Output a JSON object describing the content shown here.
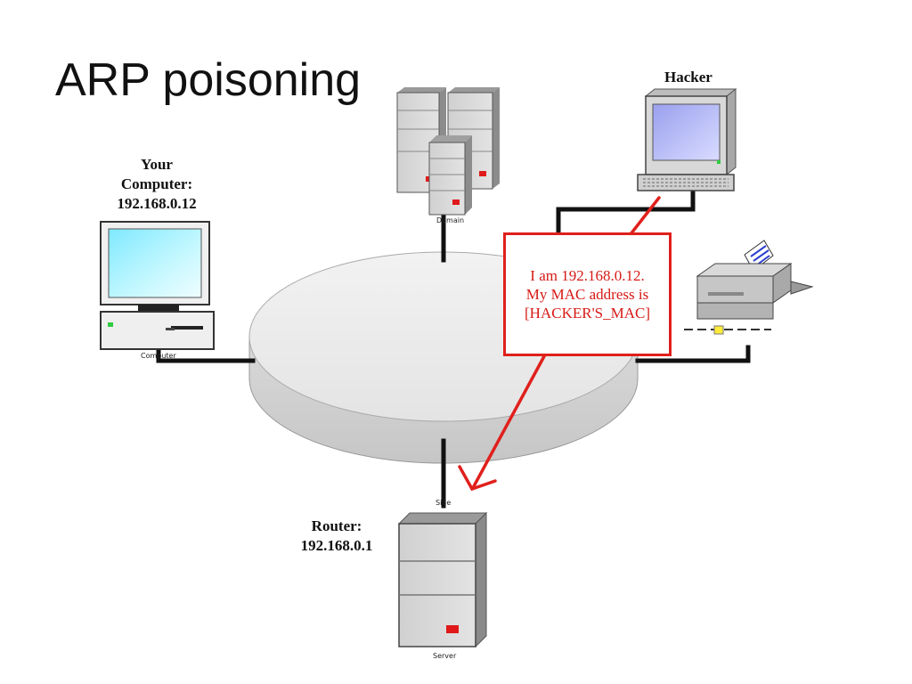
{
  "slide": {
    "title": "ARP poisoning"
  },
  "nodes": {
    "your_computer": {
      "lines": [
        "Your",
        "Computer:",
        "192.168.0.12"
      ],
      "caption": "Computer"
    },
    "domain_servers": {
      "caption": "Domain"
    },
    "hacker": {
      "label": "Hacker"
    },
    "router": {
      "lines": [
        "Router:",
        "192.168.0.1"
      ],
      "caption": "Server",
      "hub_caption": "Side"
    }
  },
  "callout": {
    "lines": [
      "I am 192.168.0.12.",
      "My MAC address is",
      "[HACKER'S_MAC]"
    ]
  },
  "colors": {
    "callout_red": "#e0201c",
    "cable": "#111111",
    "screen_cyan": "#aaf3ff",
    "hacker_screen": "#b5b9f2",
    "hub_gray": "#e8e8e8",
    "led_red": "#e01a1a"
  }
}
